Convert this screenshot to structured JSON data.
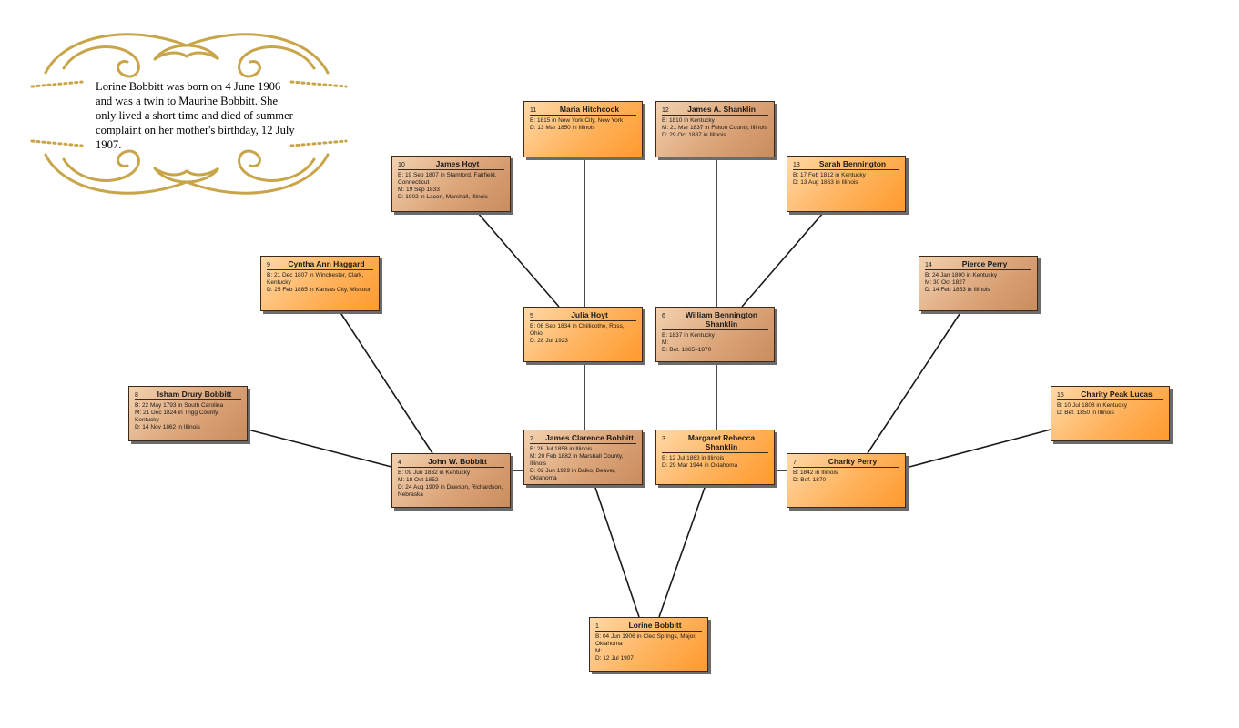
{
  "note": "Lorine Bobbitt was born on 4 June 1906 and was a twin to Maurine Bobbitt. She only lived a short time and died of summer complaint on her mother's birthday, 12 July 1907.",
  "colors": {
    "orange": "#ff9a2e",
    "tan": "#c98c5e",
    "line": "#1a1a1a",
    "scroll": "#c9a54a"
  },
  "persons": [
    {
      "num": "1",
      "name": "Lorine Bobbitt",
      "details": [
        "B: 04 Jun 1906 in Cleo Springs, Major, Oklahoma",
        "M:",
        "D: 12 Jul 1907"
      ]
    },
    {
      "num": "2",
      "name": "James Clarence Bobbitt",
      "details": [
        "B: 28 Jul 1858 in Illinois",
        "M: 20 Feb 1882 in Marshall County, Illinois",
        "D: 02 Jun 1929 in Balko, Beaver, Oklahoma"
      ]
    },
    {
      "num": "3",
      "name": "Margaret Rebecca Shanklin",
      "details": [
        "B: 12 Jul 1863 in Illinois",
        "D: 29 Mar 1944 in Oklahoma"
      ]
    },
    {
      "num": "4",
      "name": "John W. Bobbitt",
      "details": [
        "B: 09 Jun 1832 in Kentucky",
        "M: 18 Oct 1852",
        "D: 24 Aug 1909 in Dawson, Richardson, Nebraska"
      ]
    },
    {
      "num": "5",
      "name": "Julia Hoyt",
      "details": [
        "B: 06 Sep 1834 in Chillicothe, Ross, Ohio",
        "D: 28 Jul 1923"
      ]
    },
    {
      "num": "6",
      "name": "William Bennington Shanklin",
      "details": [
        "B: 1837 in Kentucky",
        "M:",
        "D: Bet. 1865–1870"
      ]
    },
    {
      "num": "7",
      "name": "Charity Perry",
      "details": [
        "B: 1842 in Illinois",
        "D: Bef. 1870"
      ]
    },
    {
      "num": "8",
      "name": "Isham Drury Bobbitt",
      "details": [
        "B: 22 May 1793 in South Carolina",
        "M: 21 Dec 1824 in Trigg County, Kentucky",
        "D: 14 Nov 1862 in Illinois"
      ]
    },
    {
      "num": "9",
      "name": "Cyntha Ann Haggard",
      "details": [
        "B: 21 Dec 1807 in Winchester, Clark, Kentucky",
        "D: 25 Feb 1885 in Kansas City, Missouri"
      ]
    },
    {
      "num": "10",
      "name": "James Hoyt",
      "details": [
        "B: 19 Sep 1807 in Stamford, Fairfield, Connecticut",
        "M: 19 Sep 1833",
        "D: 1902 in Lacon, Marshall, Illinois"
      ]
    },
    {
      "num": "11",
      "name": "Maria Hitchcock",
      "details": [
        "B: 1815 in New York City, New York",
        "D: 13 Mar 1850 in Illinois"
      ]
    },
    {
      "num": "12",
      "name": "James A. Shanklin",
      "details": [
        "B: 1810 in Kentucky",
        "M: 21 Mar 1837 in Fulton County, Illinois",
        "D: 29 Oct 1887 in Illinois"
      ]
    },
    {
      "num": "13",
      "name": "Sarah Bennington",
      "details": [
        "B: 17 Feb 1812 in Kentucky",
        "D: 13 Aug 1863 in Illinois"
      ]
    },
    {
      "num": "14",
      "name": "Pierce Perry",
      "details": [
        "B: 24 Jan 1800 in Kentucky",
        "M: 30 Oct 1827",
        "D: 14 Feb 1853 in Illinois"
      ]
    },
    {
      "num": "15",
      "name": "Charity Peak Lucas",
      "details": [
        "B: 10 Jul 1808 in Kentucky",
        "D: Bef. 1850 in Illinois"
      ]
    }
  ]
}
